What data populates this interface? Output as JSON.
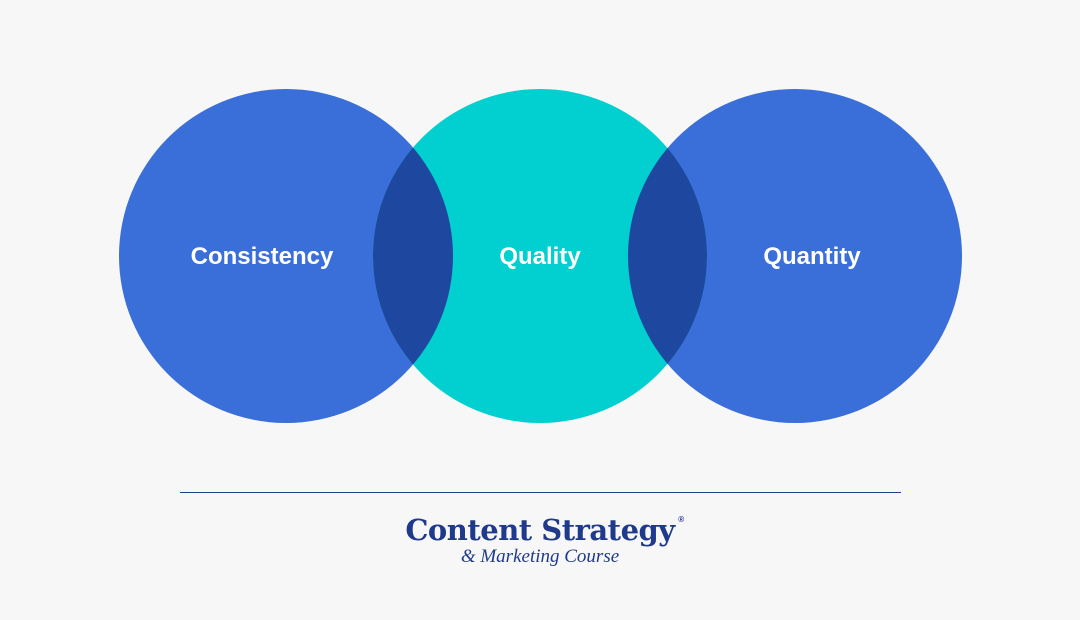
{
  "diagram": {
    "circles": [
      {
        "label": "Consistency",
        "color": "#3a6ed8"
      },
      {
        "label": "Quality",
        "color": "#02cfcf"
      },
      {
        "label": "Quantity",
        "color": "#3a6ed8"
      }
    ],
    "overlap_color": "#1e47a0"
  },
  "footer": {
    "title": "Content Strategy",
    "registered_mark": "®",
    "subtitle": "& Marketing Course",
    "brand_color": "#1f3a8a"
  }
}
